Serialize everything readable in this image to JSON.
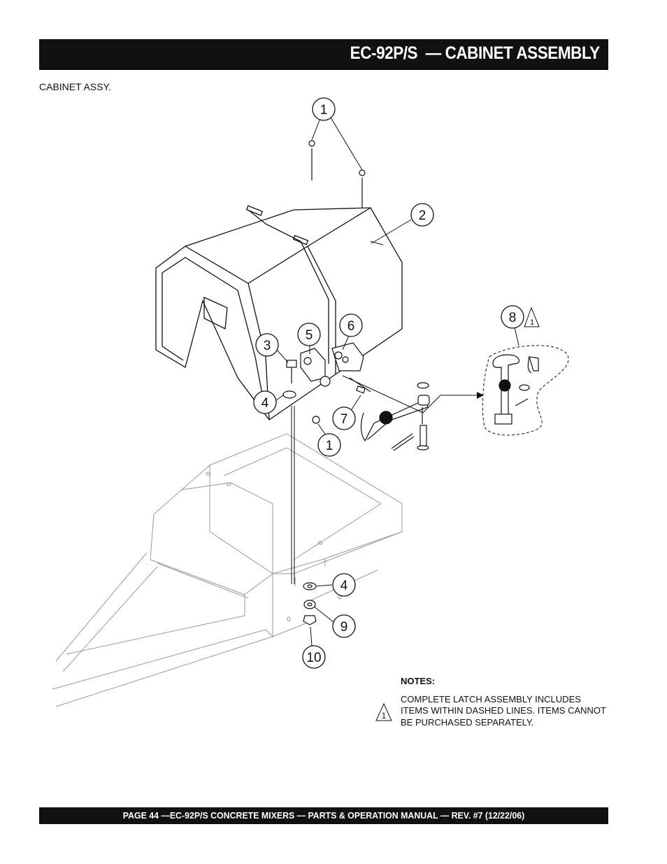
{
  "header": {
    "title": "EC-92P/S  — CABINET ASSEMBLY"
  },
  "subtitle": "CABINET ASSY.",
  "callouts": {
    "c1a": "1",
    "c2": "2",
    "c3": "3",
    "c4a": "4",
    "c5": "5",
    "c6": "6",
    "c7": "7",
    "c1b": "1",
    "c8": "8",
    "c8tri": "1",
    "c4b": "4",
    "c9": "9",
    "c10": "10"
  },
  "notes": {
    "heading": "NOTES:",
    "triangle": "1",
    "text": "COMPLETE LATCH ASSEMBLY INCLUDES ITEMS WITHIN DASHED LINES. ITEMS CANNOT BE PURCHASED SEPARATELY."
  },
  "footer": {
    "text": "PAGE 44 —EC-92P/S CONCRETE MIXERS — PARTS & OPERATION MANUAL — REV. #7 (12/22/06)"
  }
}
